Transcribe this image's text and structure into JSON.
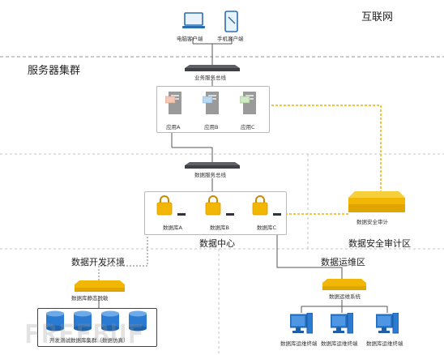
{
  "zones": {
    "internet": "互联网",
    "server_cluster": "服务器集群",
    "data_center": "数据中心",
    "security_audit_zone": "数据安全审计区",
    "dev_env": "数据开发环境",
    "ops_zone": "数据运维区"
  },
  "clients": {
    "pc": "电脑客户端",
    "mobile": "手机客户端"
  },
  "buses": {
    "business": "业务服务总线",
    "data": "数据服务总线"
  },
  "business_servers": [
    "应用A",
    "应用B",
    "应用C"
  ],
  "databases": [
    "数据库A",
    "数据库B",
    "数据库C"
  ],
  "audit": "数据安全审计",
  "desensitize": "数据库静态脱敏",
  "dev_cluster": "开发测试数据库集群（数据仿真）",
  "ops_system": "数据运维系统",
  "ops_terminals": [
    "数据库运维终端",
    "数据库运维终端",
    "数据库运维终端"
  ],
  "watermark": "FREEBUF",
  "colors": {
    "gold": "#f2b705",
    "gold_dark": "#d99a00",
    "blue": "#2b7bd3",
    "dashed": "#9a9a9a",
    "audit_link": "#f0b400"
  }
}
